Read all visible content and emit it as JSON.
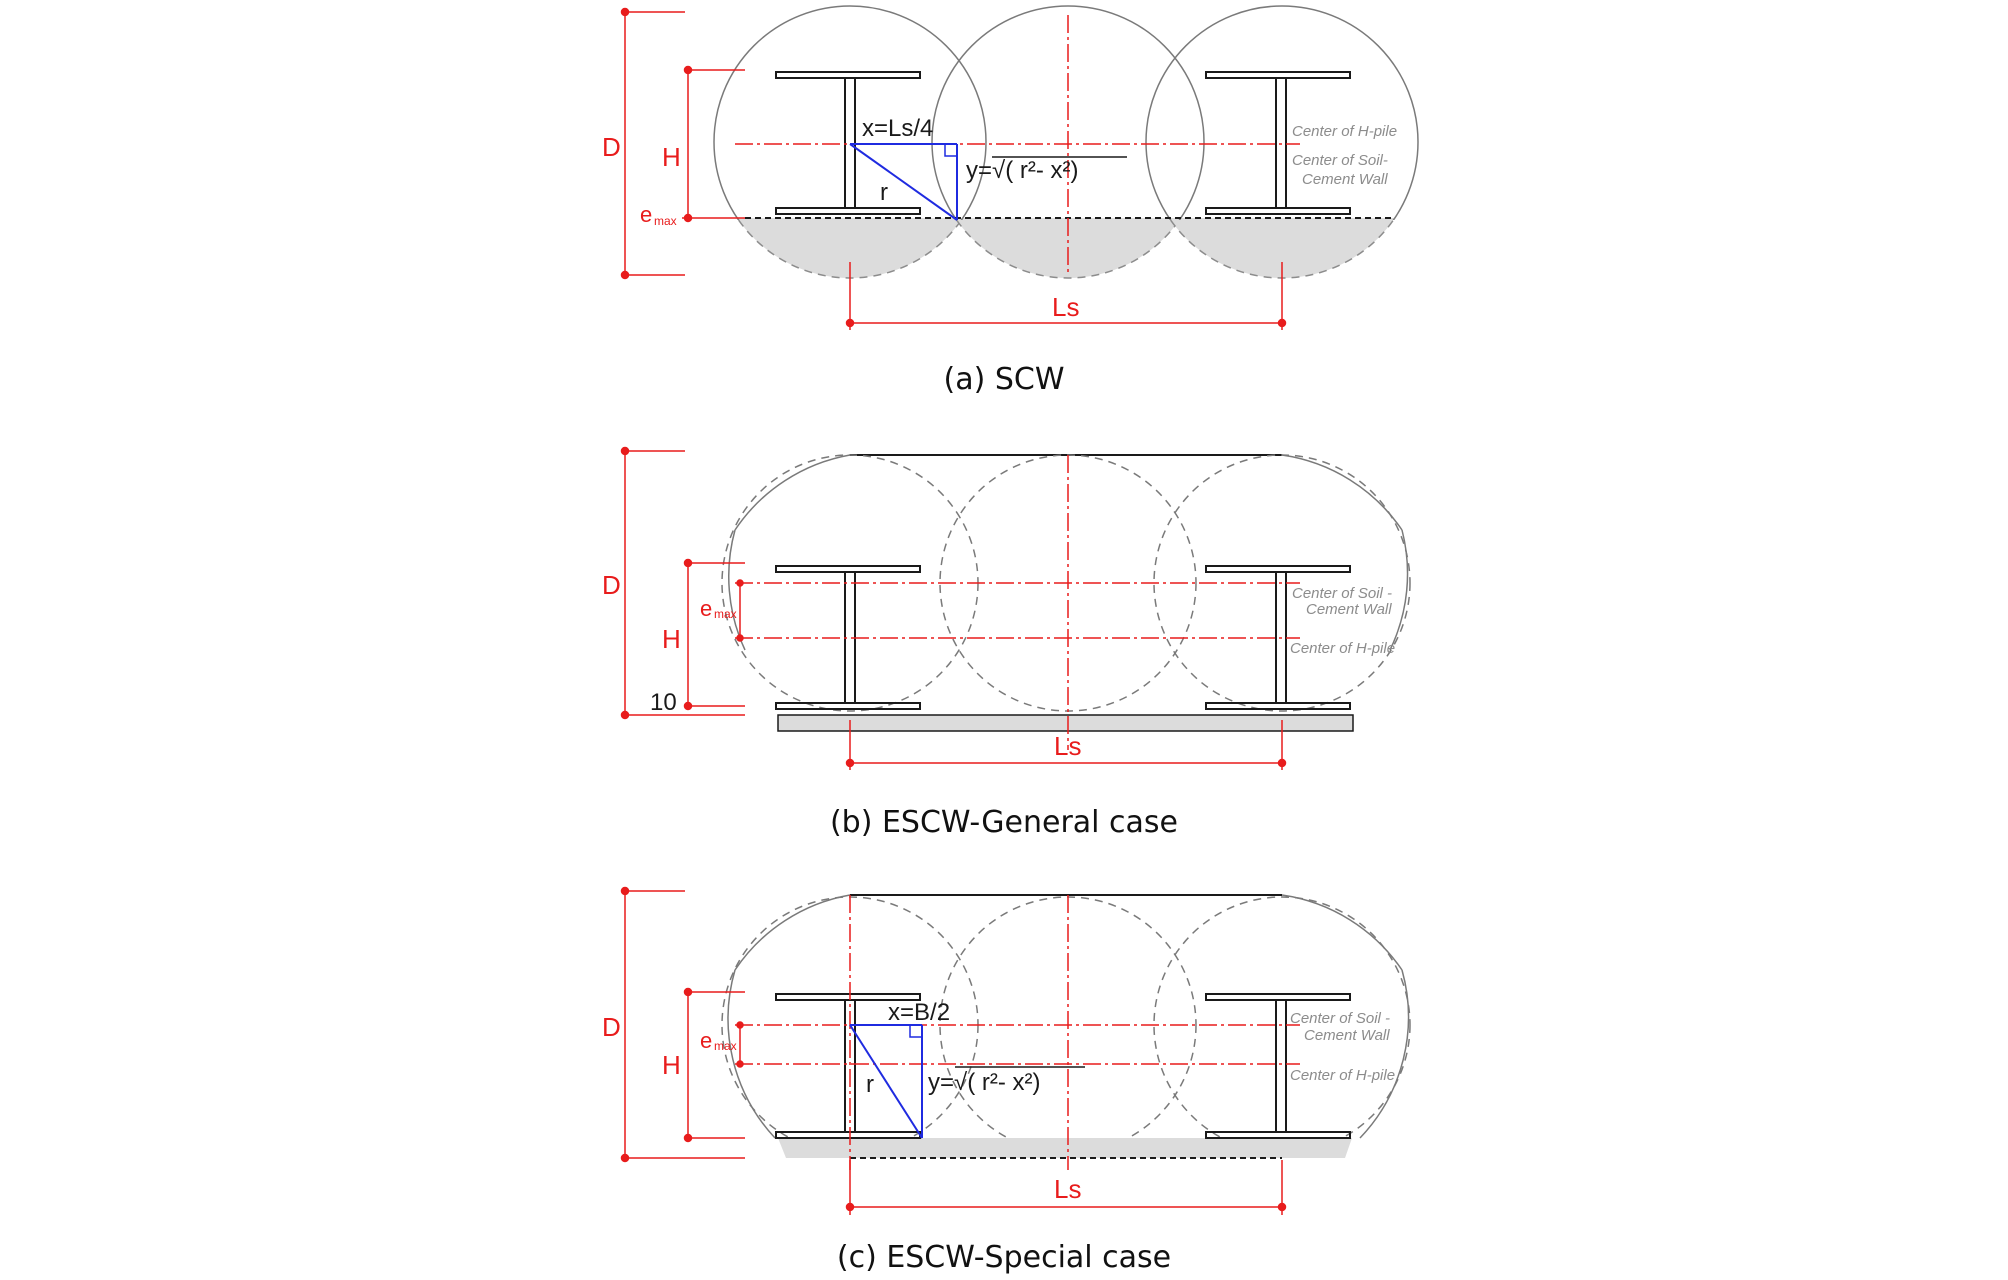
{
  "panels": [
    {
      "id": "a",
      "caption": "(a) SCW",
      "labels": {
        "D": "D",
        "H": "H",
        "e_base": "e",
        "e_sub": "max",
        "Ls": "Ls",
        "x": "x=Ls/4",
        "y": "y=√( r²- x²)",
        "r": "r",
        "note1": "Center of H-pile",
        "note2a": "Center of Soil-",
        "note2b": "Cement Wall"
      }
    },
    {
      "id": "b",
      "caption": "(b) ESCW-General case",
      "labels": {
        "D": "D",
        "H": "H",
        "e_base": "e",
        "e_sub": "max",
        "Ls": "Ls",
        "ten": "10",
        "note1a": "Center of Soil -",
        "note1b": "Cement Wall",
        "note2": "Center of H-pile"
      }
    },
    {
      "id": "c",
      "caption": "(c) ESCW-Special case",
      "labels": {
        "D": "D",
        "H": "H",
        "e_base": "e",
        "e_sub": "max",
        "Ls": "Ls",
        "x": "x=B/2",
        "y": "y=√( r²- x²)",
        "r": "r",
        "note1a": "Center of Soil -",
        "note1b": "Cement Wall",
        "note2": "Center of H-pile"
      }
    }
  ],
  "colors": {
    "red": "#e81c1c",
    "blue": "#1f2be0",
    "gray_line": "#7a7a7a",
    "fill": "#dcdcdc",
    "black": "#1a1a1a"
  }
}
